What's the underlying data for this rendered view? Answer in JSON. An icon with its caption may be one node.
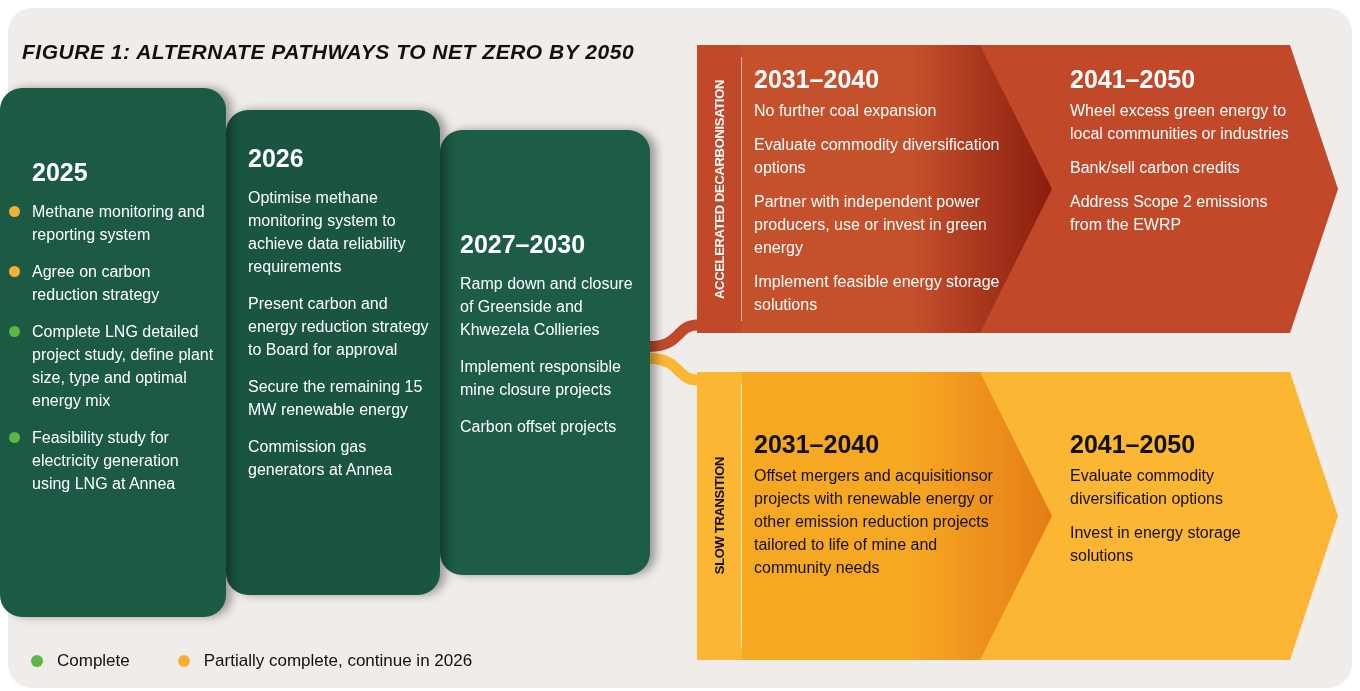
{
  "diagram": {
    "title": "FIGURE 1: ALTERNATE PATHWAYS TO NET ZERO BY 2050",
    "nodes": [
      {
        "text": [
          "2025",
          "Methane monitoring and reporting system",
          "Agree on carbon reduction strategy",
          "Complete LNG detailed project study, define plant size, type and optimal energy mix",
          "Feasibility study for electricity generation using LNG at Annea"
        ]
      },
      {
        "text": [
          "2026",
          "Optimise methane monitoring system to achieve data reliability requirements",
          "Present carbon and energy reduction strategy to Board for approval",
          "Secure the remaining 15 MW renewable energy",
          "Commission gas generators at Annea"
        ]
      },
      {
        "text": [
          "2027–2030",
          "Ramp down and closure of Greenside and Khwezela Collieries",
          "Implement responsible mine closure projects",
          "Carbon offset projects"
        ]
      },
      {
        "text": [
          "ACCELERATED DECARBONISATION"
        ]
      },
      {
        "text": [
          "2031–2040",
          "No further coal expansion",
          "Evaluate commodity diversification options",
          "Partner with independent power producers, use or invest in green energy",
          "Implement feasible energy storage solutions"
        ],
        "in": 3
      },
      {
        "text": [
          "2041–2050",
          "Wheel excess green energy to local communities or industries",
          "Bank/sell carbon credits",
          "Address Scope 2 emissions from the EWRP"
        ],
        "in": 3
      },
      {
        "text": [
          "SLOW TRANSITION"
        ]
      },
      {
        "text": [
          "2031–2040",
          "Offset mergers and acquisitionsor projects with renewable energy or other emission reduction projects tailored to life of mine and community needs"
        ],
        "in": 6
      },
      {
        "text": [
          "2041–2050",
          "Evaluate commodity diversification options",
          "Invest in energy storage solutions"
        ],
        "in": 6
      }
    ],
    "edges": [
      {
        "from": 2,
        "to": 3,
        "arrow": "none",
        "color": "#c1492a"
      },
      {
        "from": 2,
        "to": 6,
        "arrow": "none",
        "color": "#fbb733"
      }
    ],
    "legend": [
      {
        "text": "Complete",
        "color": "#5cb843"
      },
      {
        "text": "Partially complete, continue in 2026",
        "color": "#f6b134"
      }
    ]
  }
}
